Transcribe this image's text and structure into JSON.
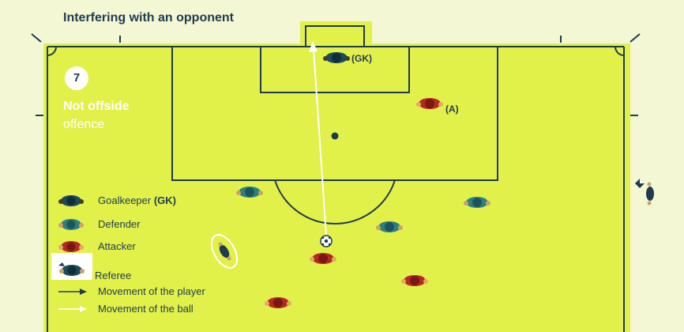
{
  "title": "Interfering with an opponent",
  "scene_number": "7",
  "verdict": {
    "main": "Not offside",
    "sub": "offence"
  },
  "player_labels": {
    "goalkeeper": "(GK)",
    "attacker": "(A)"
  },
  "legend": {
    "goalkeeper_label": "Goalkeeper",
    "goalkeeper_tag": "(GK)",
    "defender": "Defender",
    "attacker": "Attacker",
    "referee": "Referee",
    "player_movement": "Movement of the player",
    "ball_movement": "Movement of the ball"
  },
  "colors": {
    "field": "#e2f04a",
    "field_outside": "#f4f7d3",
    "lines": "#1d3b52",
    "goalkeeper": "#1d4a5c",
    "defender": "#2e7e86",
    "attacker": "#b42a22",
    "referee_ring": "#ffffff"
  }
}
